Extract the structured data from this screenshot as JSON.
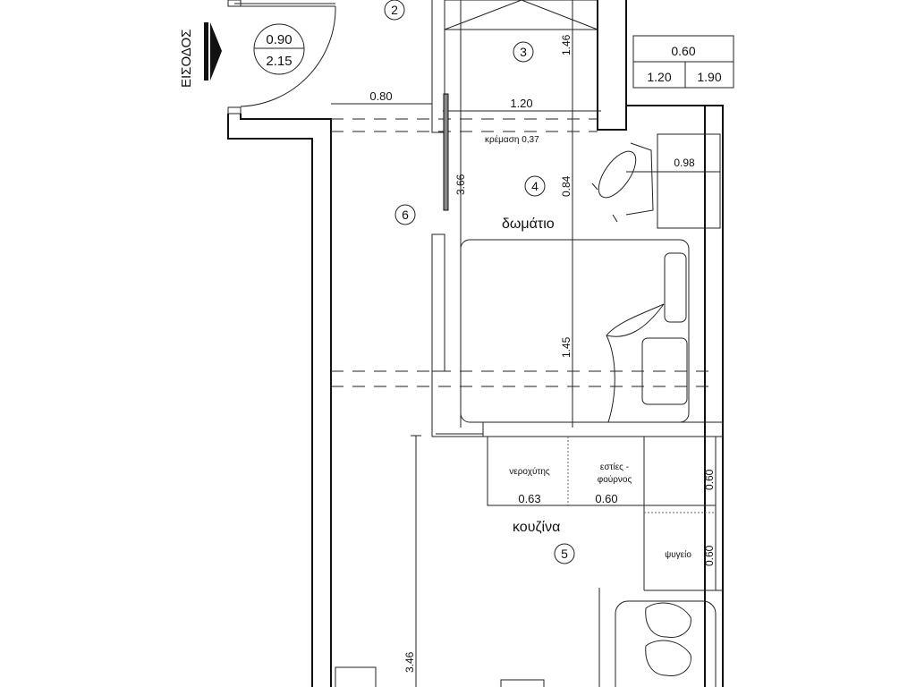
{
  "entrance": {
    "label": "ΕΙΣΟΔΟΣ",
    "door_width": "0.90",
    "door_height": "2.15"
  },
  "room_numbers": {
    "r2": "2",
    "r3": "3",
    "r4": "4",
    "r5": "5",
    "r6": "6"
  },
  "room_names": {
    "bedroom": "δωμάτιο",
    "kitchen": "κουζίνα"
  },
  "window_table": {
    "top": "0.60",
    "left": "1.20",
    "right": "1.90"
  },
  "dimensions": {
    "d080": "0.80",
    "d120": "1.20",
    "d146": "1.46",
    "hang": "κρέμαση 0,37",
    "d366": "3.66",
    "d084": "0.84",
    "d098": "0.98",
    "d145": "1.45",
    "d063": "0.63",
    "d060a": "0.60",
    "d060b": "0.60",
    "d060c": "0.60",
    "d346": "3.46"
  },
  "kitchen_items": {
    "sink": "νεροχύτης",
    "stove_1": "εστίες -",
    "stove_2": "φούρνος",
    "fridge": "ψυγείο"
  }
}
